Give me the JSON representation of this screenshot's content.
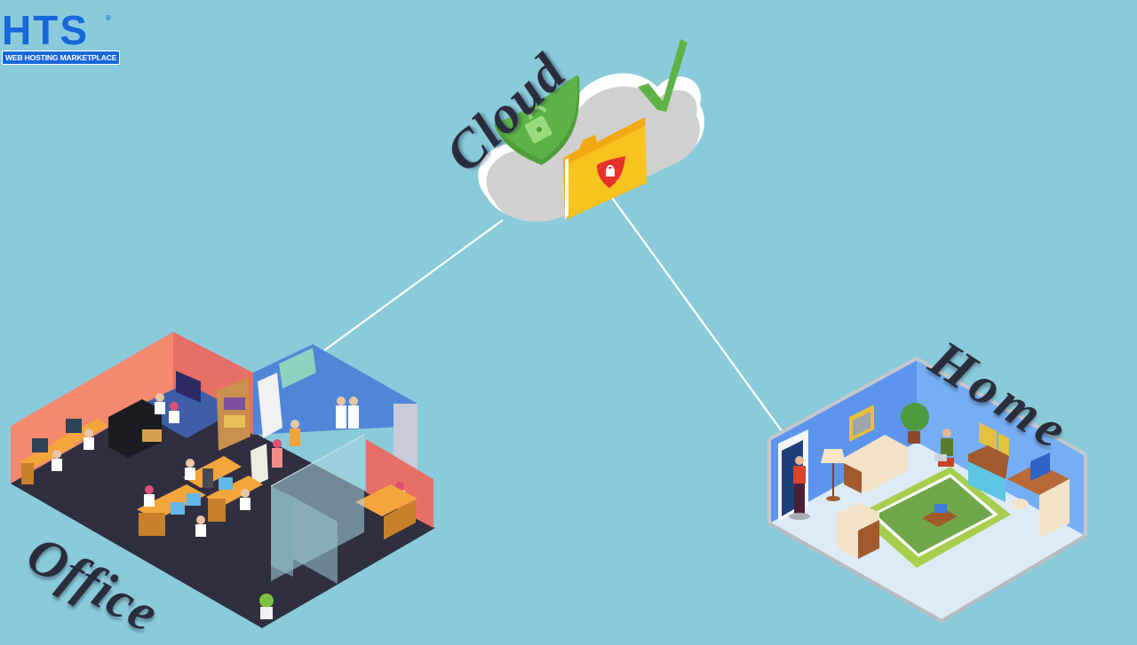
{
  "logo": {
    "main_text": "HTS",
    "registered_mark": "®",
    "tagline": "WEB HOSTING MARKETPLACE",
    "brand_color": "#1767D9"
  },
  "labels": {
    "cloud": "Cloud",
    "office": "Office",
    "home": "Home"
  },
  "illustration": {
    "cloud_icons": [
      "shield-lock-icon",
      "check-icon",
      "folder-lock-icon"
    ],
    "connections": [
      {
        "from": "cloud",
        "to": "office"
      },
      {
        "from": "cloud",
        "to": "home"
      }
    ]
  },
  "colors": {
    "background": "#8ACBDB",
    "office_wall": "#F08A72",
    "office_floor": "#2F2F40",
    "kitchen_wall": "#4F86D8",
    "home_wall": "#6EA6F2",
    "home_floor": "#DDEBF7",
    "rug_green": "#7AB648",
    "folder_yellow": "#F9C31F",
    "shield_green": "#5DB347",
    "cloud_gray": "#D0D0D0",
    "text_dark": "#2A2D3C"
  }
}
